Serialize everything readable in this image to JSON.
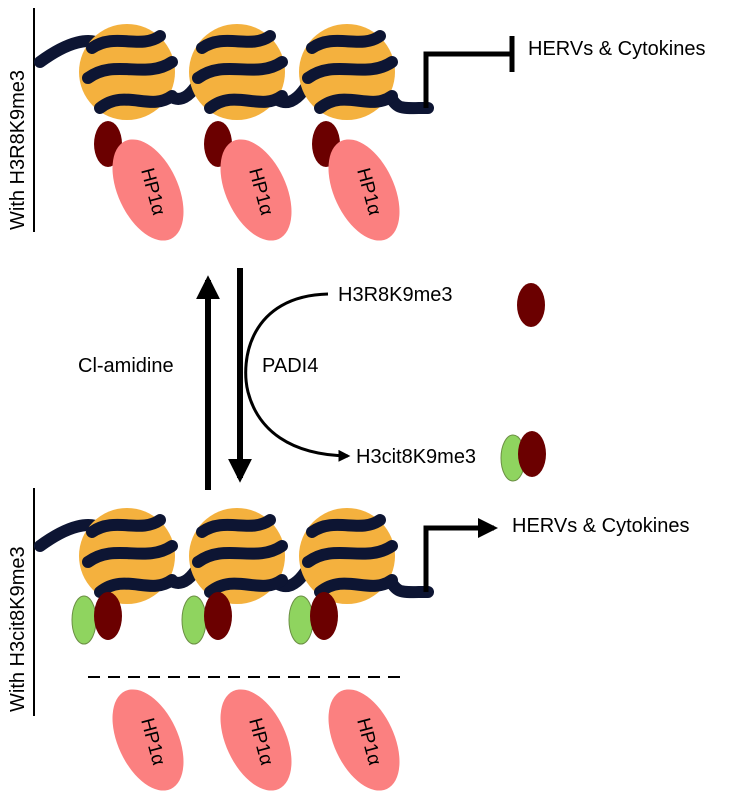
{
  "top_panel": {
    "side_label": "With  H3R8K9me3",
    "target_label": "HERVs & Cytokines",
    "protein_label": "HP1α",
    "target_state": "repressed"
  },
  "bottom_panel": {
    "side_label": "With  H3cit8K9me3",
    "target_label": "HERVs & Cytokines",
    "protein_label": "HP1α",
    "target_state": "activated"
  },
  "middle": {
    "inhibitor_label": "Cl-amidine",
    "enzyme_label": "PADI4",
    "substrate_label": "H3R8K9me3",
    "product_label": "H3cit8K9me3"
  },
  "colors": {
    "nucleosome": "#f4b13e",
    "dna": "#0d1533",
    "methyl_mark": "#6b0000",
    "citrulline_mark": "#8fd45f",
    "hp1": "#fb8080"
  }
}
